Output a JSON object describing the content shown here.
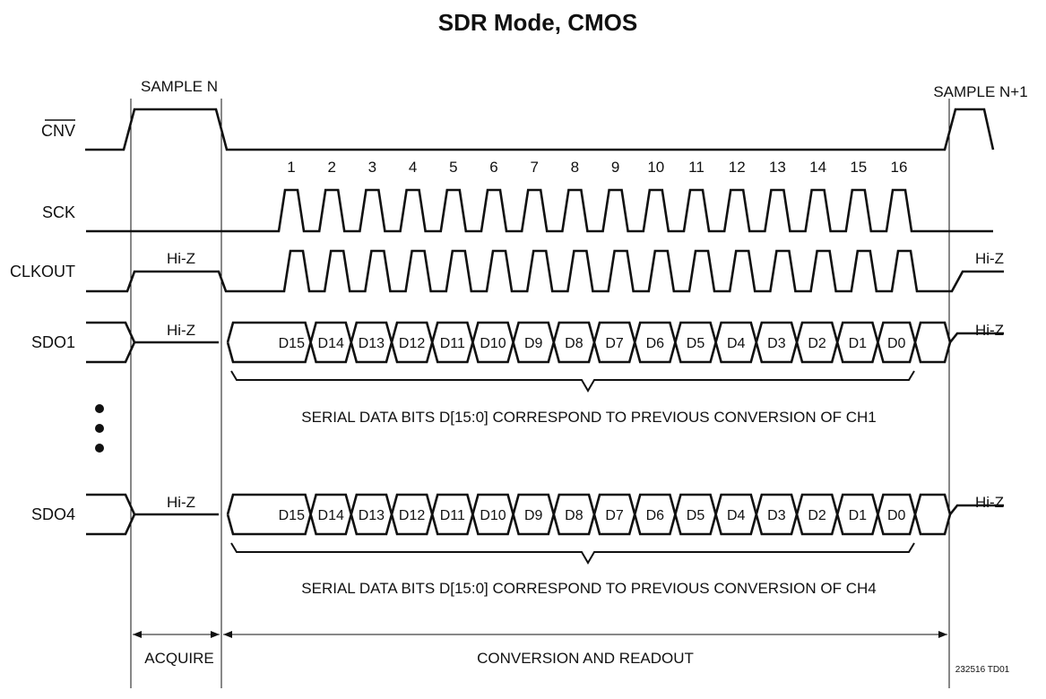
{
  "title": "SDR Mode, CMOS",
  "markers": {
    "sample_n": "SAMPLE N",
    "sample_n1": "SAMPLE N+1"
  },
  "signals": {
    "cnv": "CNV",
    "sck": "SCK",
    "clkout": "CLKOUT",
    "sdo1": "SDO1",
    "sdo4": "SDO4"
  },
  "hiz": "Hi-Z",
  "clock_numbers": [
    "1",
    "2",
    "3",
    "4",
    "5",
    "6",
    "7",
    "8",
    "9",
    "10",
    "11",
    "12",
    "13",
    "14",
    "15",
    "16"
  ],
  "data_bits": [
    "D15",
    "D14",
    "D13",
    "D12",
    "D11",
    "D10",
    "D9",
    "D8",
    "D7",
    "D6",
    "D5",
    "D4",
    "D3",
    "D2",
    "D1",
    "D0"
  ],
  "notes": {
    "ch1": "SERIAL DATA BITS D[15:0] CORRESPOND TO PREVIOUS CONVERSION OF CH1",
    "ch4": "SERIAL DATA BITS D[15:0] CORRESPOND TO PREVIOUS CONVERSION OF CH4"
  },
  "phases": {
    "acquire": "ACQUIRE",
    "conversion": "CONVERSION AND READOUT"
  },
  "figure_id": "232516 TD01"
}
